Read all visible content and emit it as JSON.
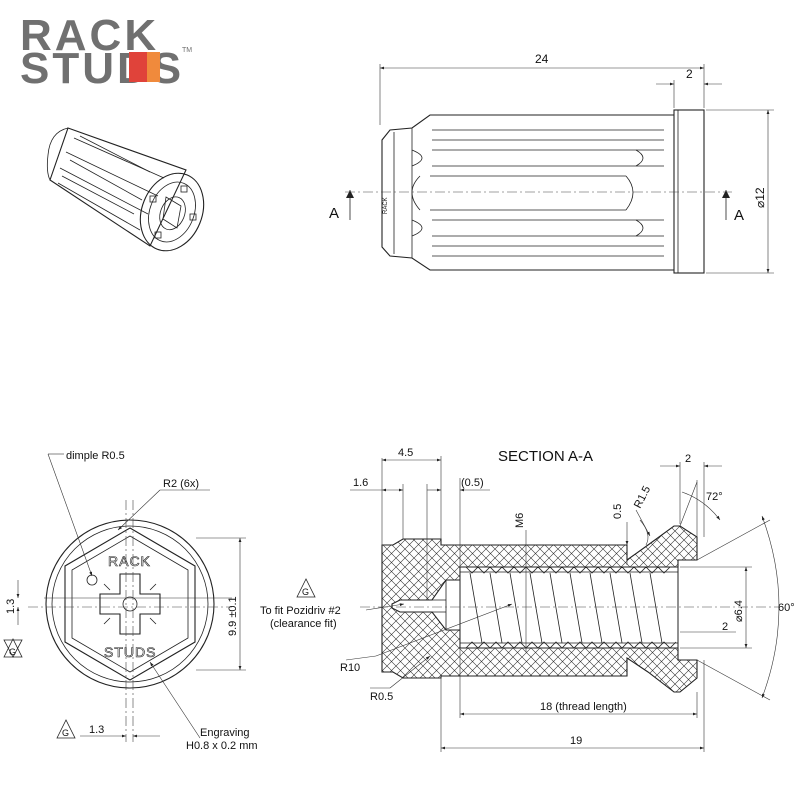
{
  "logo": {
    "line1": "RACK",
    "line2": "STUDS",
    "trademark": "TM",
    "colors": {
      "text": "#707070",
      "accent_red": "#e0433a",
      "accent_orange": "#f08a3c"
    }
  },
  "side_view": {
    "dim_length": "24",
    "dim_flange": "2",
    "dim_diameter": "⌀12",
    "section_left": "A",
    "section_right": "A",
    "text_stamp": "RACK"
  },
  "end_view": {
    "note_dimple": "dimple R0.5",
    "note_radius": "R2 (6x)",
    "dim_height": "9.9 ±0.1",
    "dim_offset_vertical": "1.3",
    "dim_offset_horizontal": "1.3",
    "datum": "G",
    "engraving_label": "Engraving",
    "engraving_size": "H0.8 x 0.2 mm",
    "face_text_top": "RACK",
    "face_text_bottom": "STUDS"
  },
  "section_view": {
    "title": "SECTION A-A",
    "dim_4_5": "4.5",
    "dim_1_6": "1.6",
    "dim_0_5_ref": "(0.5)",
    "dim_2_top": "2",
    "dim_0_5": "0.5",
    "dim_r1_5": "R1.5",
    "dim_72": "72°",
    "dim_m6": "M6",
    "dim_6_4": "⌀6.4",
    "dim_2_side": "2",
    "dim_60": "60°",
    "dim_r10": "R10",
    "dim_r0_5": "R0.5",
    "dim_thread": "18 (thread length)",
    "dim_total": "19",
    "datum": "G",
    "note_line1": "To fit Pozidriv #2",
    "note_line2": "(clearance fit)"
  }
}
